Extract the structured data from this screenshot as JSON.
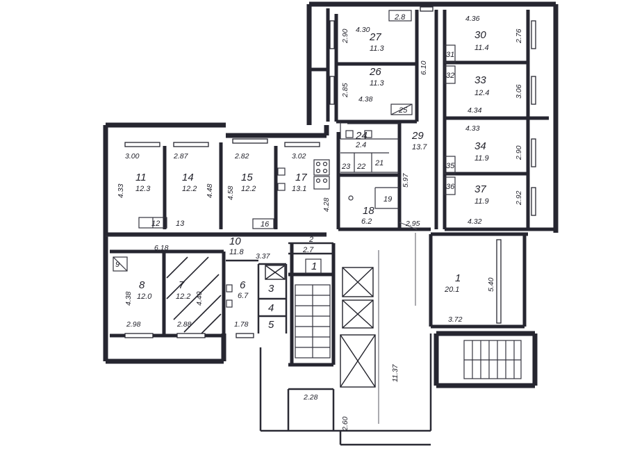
{
  "rooms": [
    {
      "id": "27",
      "area": "11.3"
    },
    {
      "id": "26",
      "area": "11.3"
    },
    {
      "id": "30",
      "area": "11.4"
    },
    {
      "id": "33",
      "area": "12.4"
    },
    {
      "id": "24",
      "area": "2.4"
    },
    {
      "id": "29",
      "area": "13.7"
    },
    {
      "id": "34",
      "area": "11.9"
    },
    {
      "id": "37",
      "area": "11.9"
    },
    {
      "id": "11",
      "area": "12.3"
    },
    {
      "id": "14",
      "area": "12.2"
    },
    {
      "id": "15",
      "area": "12.2"
    },
    {
      "id": "17",
      "area": "13.1"
    },
    {
      "id": "18",
      "area": "6.2"
    },
    {
      "id": "10",
      "area": "11.8"
    },
    {
      "id": "8",
      "area": "12.0"
    },
    {
      "id": "7",
      "area": "12.2"
    },
    {
      "id": "6",
      "area": "6.7"
    },
    {
      "id": "1",
      "area": "20.1"
    }
  ],
  "small_labels": {
    "s12": "12",
    "s13": "13",
    "s16": "16",
    "s19": "19",
    "s9": "9",
    "s23": "23",
    "s22": "22",
    "s21": "21",
    "s28": "2.8",
    "s25": "25",
    "s31": "31",
    "s32": "32",
    "s35": "35",
    "s36": "36",
    "s3": "3",
    "s4": "4",
    "s5": "5",
    "s2": "2",
    "s27": "2.7",
    "s1b": "1"
  },
  "dimensions": {
    "d1": "4.30",
    "d2": "2.90",
    "d3": "2.85",
    "d4": "4.38",
    "d5": "6.10",
    "d6": "4.36",
    "d7": "2.76",
    "d8": "3.06",
    "d9": "4.34",
    "d10": "4.33",
    "d11": "2.90",
    "d12": "2.92",
    "d13": "4.32",
    "d14": "2.95",
    "d15": "5.97",
    "d16": "3.00",
    "d17": "2.87",
    "d18": "4.33",
    "d19": "4.48",
    "d20": "2.82",
    "d21": "4.58",
    "d22": "3.02",
    "d23": "4.28",
    "d24": "6.18",
    "d25": "3.37",
    "d26": "4.38",
    "d27": "2.98",
    "d28": "2.88",
    "d29": "4.40",
    "d30": "1.78",
    "d31": "5.40",
    "d32": "3.72",
    "d33": "11.37",
    "d34": "2.28",
    "d35": "2.60"
  }
}
